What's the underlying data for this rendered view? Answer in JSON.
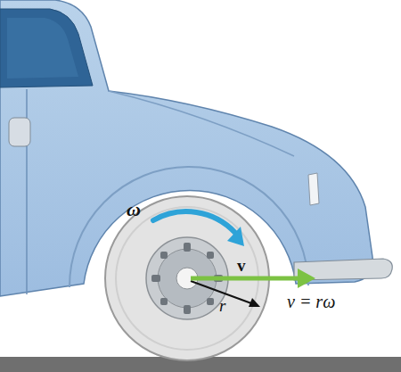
{
  "diagram": {
    "labels": [
      "ω",
      "v",
      "r",
      "v = rω"
    ]
  }
}
